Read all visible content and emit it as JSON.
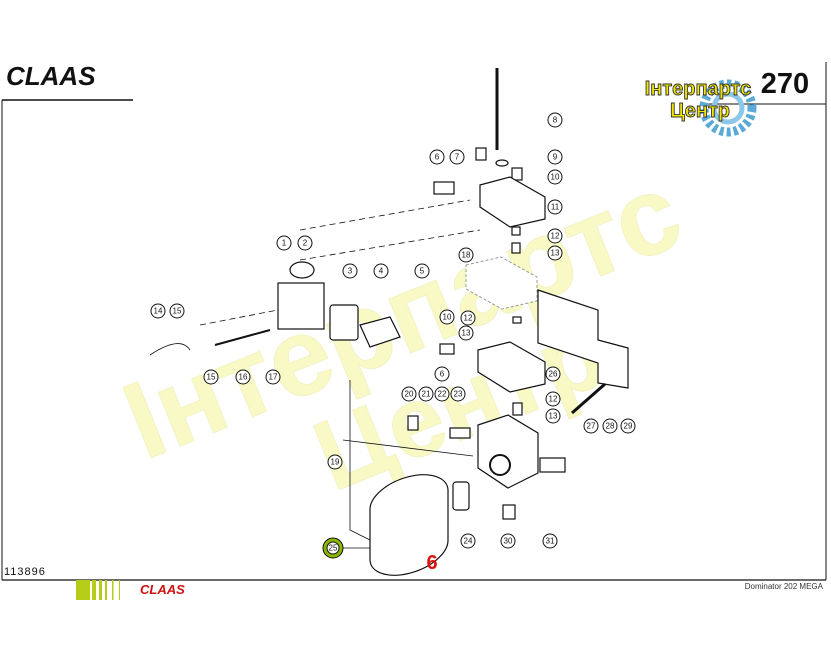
{
  "header": {
    "brand": "CLAAS",
    "page_number": "270"
  },
  "watermark_logo": {
    "line1": "Інтерпартс",
    "line2": "Центр"
  },
  "callouts": [
    "1",
    "2",
    "3",
    "4",
    "5",
    "6",
    "7",
    "8",
    "9",
    "10",
    "11",
    "12",
    "13",
    "18",
    "14",
    "15",
    "10",
    "12",
    "13",
    "6",
    "26",
    "15",
    "16",
    "17",
    "20",
    "21",
    "22",
    "23",
    "12",
    "13",
    "27",
    "28",
    "29",
    "19",
    "25",
    "24",
    "30",
    "31"
  ],
  "highlight": {
    "callout": "25",
    "quantity_label": "6",
    "highlight_color": "#8db600",
    "label_color": "#e01010"
  },
  "footer": {
    "drawing_number": "113896",
    "model": "Dominator  202 MEGA",
    "brand": "CLAAS"
  }
}
